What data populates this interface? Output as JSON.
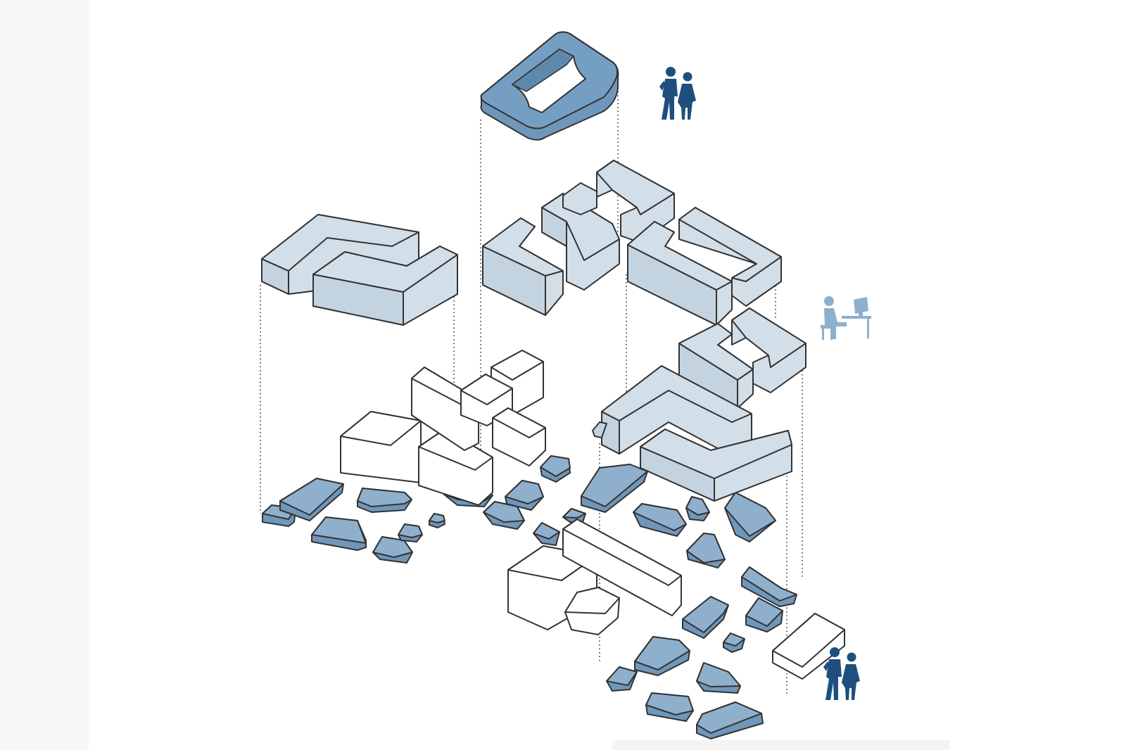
{
  "diagram": {
    "layers": [
      {
        "id": "rooftop-ring",
        "category": "public-rooftop"
      },
      {
        "id": "upper-blocks",
        "category": "office"
      },
      {
        "id": "base-buildings",
        "category": "existing"
      },
      {
        "id": "ground-pads",
        "category": "public-ground"
      }
    ],
    "icons": {
      "pedestrians": "pedestrian-couple-icon",
      "office_worker": "office-worker-icon"
    },
    "colors": {
      "pad_fill": "#8fb0cd",
      "block_fill": "#d2dee8",
      "rooftop_fill": "#759fc2",
      "icon_dark": "#1e4f7e",
      "icon_light": "#8db0cc",
      "outline": "#333333"
    }
  }
}
